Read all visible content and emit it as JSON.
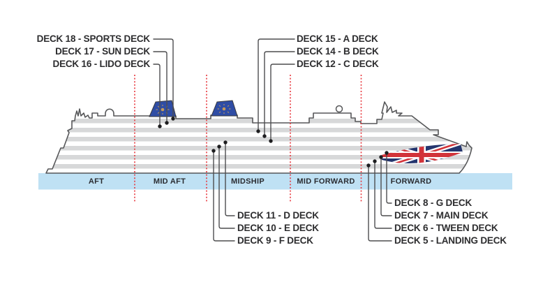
{
  "diagram_title": "cruise-ship-deck-plan-side-profile",
  "decks": {
    "top_left": [
      "DECK 18 - SPORTS DECK",
      "DECK 17 - SUN DECK",
      "DECK 16 - LIDO DECK"
    ],
    "top_right": [
      "DECK 15 - A DECK",
      "DECK 14 - B DECK",
      "DECK 12 - C DECK"
    ],
    "bottom_middle": [
      "DECK 11 - D DECK",
      "DECK 10 - E DECK",
      "DECK 9 - F DECK"
    ],
    "bottom_right": [
      "DECK 8 - G DECK",
      "DECK 7 - MAIN DECK",
      "DECK 6 - TWEEN DECK",
      "DECK 5 - LANDING DECK"
    ]
  },
  "sections": [
    "AFT",
    "MID AFT",
    "MIDSHIP",
    "MID FORWARD",
    "FORWARD"
  ],
  "colors": {
    "water_band": "#bfe1f4",
    "funnel_blue": "#2f4da5",
    "divider_red": "#e8373d",
    "ship_outline": "#565759",
    "deck_stripe": "#d7d8d9",
    "flag_blue": "#24356e",
    "flag_red": "#d23339",
    "sun_gold": "#c59a5a",
    "label_text": "#2d2d2f",
    "leader_line": "#4d4d4f"
  }
}
